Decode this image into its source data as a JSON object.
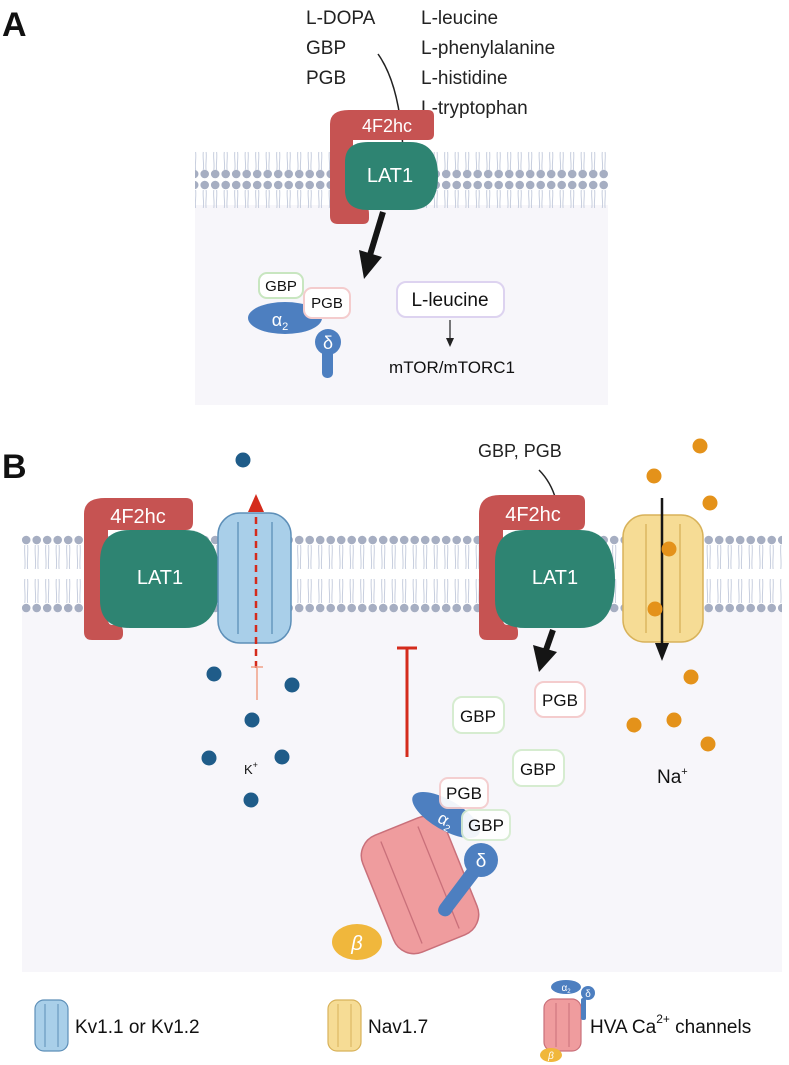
{
  "panel_a": {
    "label": "A",
    "substrates_left": [
      "L-DOPA",
      "GBP",
      "PGB"
    ],
    "substrates_right": [
      "L-leucine",
      "L-phenylalanine",
      "L-histidine",
      "L-tryptophan"
    ],
    "heavy_chain": "4F2hc",
    "transporter": "LAT1",
    "gbp": "GBP",
    "pgb": "PGB",
    "alpha2": "α",
    "alpha2_sub": "2",
    "delta": "δ",
    "leucine": "L-leucine",
    "mtor": "mTOR/mTORC1"
  },
  "panel_b": {
    "label": "B",
    "heavy_chain_left": "4F2hc",
    "transporter_left": "LAT1",
    "heavy_chain_right": "4F2hc",
    "transporter_right": "LAT1",
    "drugs_label": "GBP, PGB",
    "potassium": "K",
    "potassium_sup": "+",
    "sodium": "Na",
    "sodium_sup": "+",
    "pgb_free": "PGB",
    "gbp_free_1": "GBP",
    "gbp_free_2": "GBP",
    "pgb_bound": "PGB",
    "gbp_bound": "GBP",
    "alpha2": "α",
    "alpha2_sub": "2",
    "delta": "δ",
    "beta": "β"
  },
  "legend": {
    "kv_label": "Kv1.1 or Kv1.2",
    "nav_label": "Nav1.7",
    "hva_label_pre": "HVA Ca",
    "hva_sup": "2+",
    "hva_label_post": " channels",
    "mini_alpha": "α",
    "mini_alpha_sub": "2",
    "mini_delta": "δ",
    "mini_beta": "β"
  },
  "colors": {
    "heavy_chain": "#c65352",
    "lat1": "#2e8472",
    "kv_channel": "#a9cfe9",
    "nav_channel": "#f6dc95",
    "hva_channel": "#ef9c9e",
    "subunit_blue": "#4d7fc0",
    "beta_subunit": "#f0b73c",
    "potassium_ion": "#1f5c89",
    "sodium_ion": "#e4921a",
    "membrane_head": "#a6aec2",
    "inhibition": "#d42b1c"
  }
}
